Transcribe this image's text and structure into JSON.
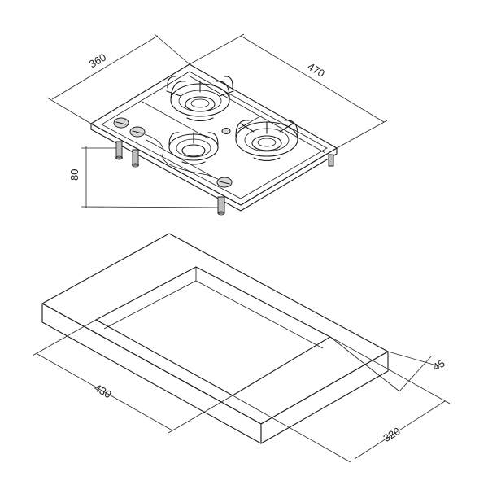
{
  "dimensions": {
    "hob_depth": "360",
    "hob_width": "470",
    "hob_height": "80",
    "cutout_width": "430",
    "cutout_depth": "320",
    "worktop_offset": "45"
  }
}
